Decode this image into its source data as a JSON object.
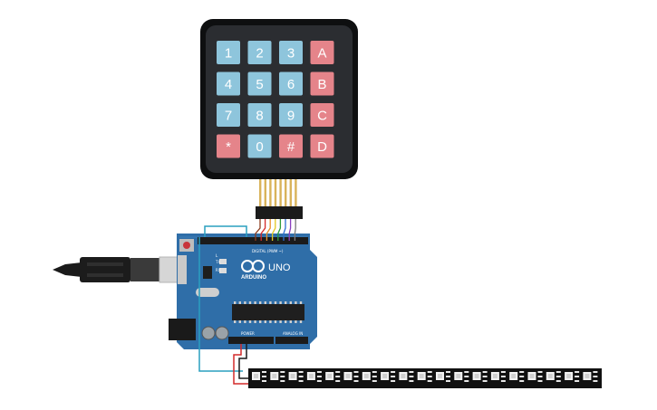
{
  "keypad": {
    "rows": [
      [
        {
          "label": "1",
          "type": "num"
        },
        {
          "label": "2",
          "type": "num"
        },
        {
          "label": "3",
          "type": "num"
        },
        {
          "label": "A",
          "type": "letter"
        }
      ],
      [
        {
          "label": "4",
          "type": "num"
        },
        {
          "label": "5",
          "type": "num"
        },
        {
          "label": "6",
          "type": "num"
        },
        {
          "label": "B",
          "type": "letter"
        }
      ],
      [
        {
          "label": "7",
          "type": "num"
        },
        {
          "label": "8",
          "type": "num"
        },
        {
          "label": "9",
          "type": "num"
        },
        {
          "label": "C",
          "type": "letter"
        }
      ],
      [
        {
          "label": "*",
          "type": "letter"
        },
        {
          "label": "0",
          "type": "num"
        },
        {
          "label": "#",
          "type": "letter"
        },
        {
          "label": "D",
          "type": "letter"
        }
      ]
    ],
    "colors": {
      "num": "#8ec5dc",
      "letter": "#e5848a",
      "body": "#2b2d31",
      "border": "#0e0f10"
    }
  },
  "arduino": {
    "brand": "ARDUINO",
    "model": "UNO",
    "digital_label": "DIGITAL (PWM ~)",
    "power_label": "POWER",
    "analog_label": "ANALOG IN",
    "board_color": "#2f6ea8",
    "tx_label": "TX",
    "rx_label": "RX",
    "l_label": "L"
  },
  "wires": {
    "colors": [
      "#8b3c1e",
      "#d42a2a",
      "#e8902a",
      "#e3c81f",
      "#2e9c3a",
      "#2c6fd1",
      "#8a3fbf",
      "#7a7a7a"
    ]
  },
  "led_strip": {
    "count": 19,
    "color": "#111111"
  }
}
